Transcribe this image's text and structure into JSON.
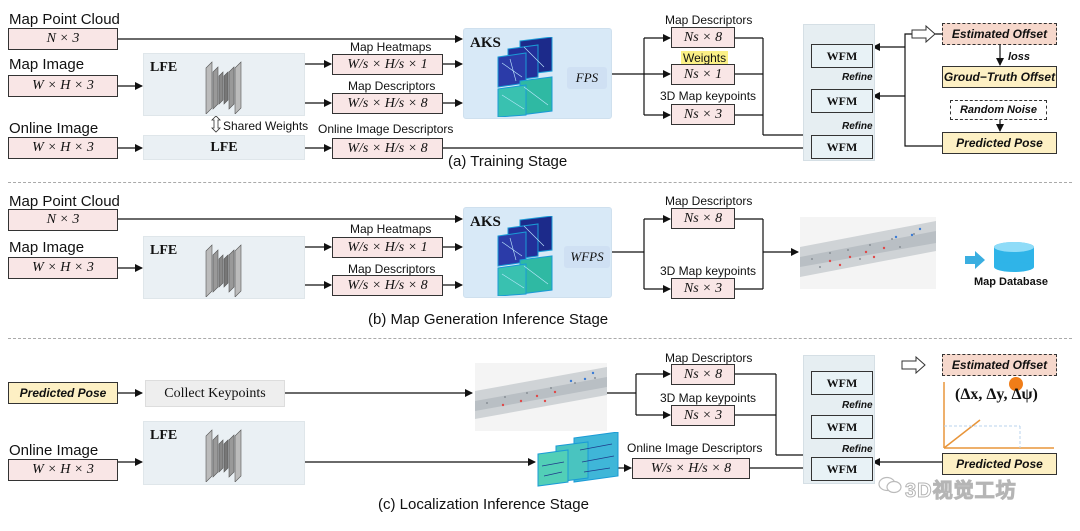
{
  "training": {
    "map_point_cloud_label": "Map Point Cloud",
    "map_point_cloud_dim": "N × 3",
    "map_image_label": "Map Image",
    "map_image_dim": "W × H × 3",
    "online_image_label": "Online Image",
    "online_image_dim": "W × H × 3",
    "lfe_top": "LFE",
    "lfe_bottom": "LFE",
    "shared_weights": "Shared Weights",
    "map_heatmaps_label": "Map Heatmaps",
    "map_heatmaps_dim": "W/s × H/s × 1",
    "map_descriptors_label": "Map Descriptors",
    "map_descriptors_dim": "W/s × H/s × 8",
    "online_desc_label": "Online Image Descriptors",
    "online_desc_dim": "W/s × H/s × 8",
    "aks": "AKS",
    "fps": "FPS",
    "out_map_descriptors_label": "Map Descriptors",
    "out_map_descriptors_dim": "Ns × 8",
    "weights_label": "Weights",
    "weights_dim": "Ns × 1",
    "keypoints_label": "3D Map keypoints",
    "keypoints_dim": "Ns × 3",
    "wfm": "WFM",
    "refine": "Refine",
    "estimated_offset": "Estimated Offset",
    "loss": "loss",
    "ground_truth_offset": "Groud−Truth Offset",
    "random_noise": "Random Noise",
    "predicted_pose": "Predicted Pose",
    "caption": "(a) Training Stage"
  },
  "generation": {
    "map_point_cloud_label": "Map Point Cloud",
    "map_point_cloud_dim": "N × 3",
    "map_image_label": "Map Image",
    "map_image_dim": "W × H × 3",
    "lfe": "LFE",
    "map_heatmaps_label": "Map Heatmaps",
    "map_heatmaps_dim": "W/s × H/s × 1",
    "map_descriptors_label": "Map Descriptors",
    "map_descriptors_dim": "W/s × H/s × 8",
    "aks": "AKS",
    "wfps": "WFPS",
    "out_map_descriptors_label": "Map Descriptors",
    "out_map_descriptors_dim": "Ns × 8",
    "keypoints_label": "3D Map keypoints",
    "keypoints_dim": "Ns × 3",
    "map_database": "Map Database",
    "caption": "(b) Map Generation Inference Stage"
  },
  "localization": {
    "predicted_pose_input": "Predicted Pose",
    "collect_keypoints": "Collect Keypoints",
    "online_image_label": "Online Image",
    "online_image_dim": "W × H × 3",
    "lfe": "LFE",
    "out_map_descriptors_label": "Map Descriptors",
    "out_map_descriptors_dim": "Ns × 8",
    "keypoints_label": "3D Map keypoints",
    "keypoints_dim": "Ns × 3",
    "online_desc_label": "Online Image Descriptors",
    "online_desc_dim": "W/s × H/s × 8",
    "wfm": "WFM",
    "refine": "Refine",
    "estimated_offset": "Estimated Offset",
    "offset_formula": "(Δx, Δy, Δψ)",
    "predicted_pose": "Predicted Pose",
    "caption": "(c) Localization Inference Stage"
  },
  "watermark": "3D视觉工坊"
}
